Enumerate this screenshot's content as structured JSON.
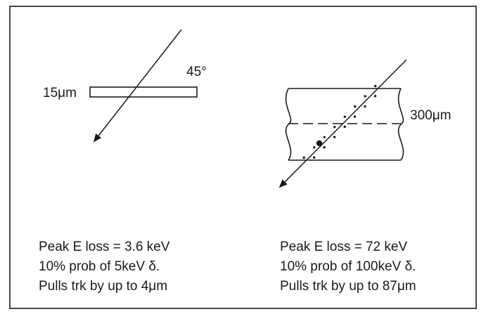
{
  "left_panel": {
    "thickness_label": "15μm",
    "angle_label": "45°",
    "captions": [
      "Peak E loss = 3.6 keV",
      "10% prob of 5keV δ.",
      "Pulls trk by up to 4μm"
    ]
  },
  "right_panel": {
    "thickness_label": "300μm",
    "captions": [
      "Peak E loss = 72 keV",
      "10% prob of 100keV δ.",
      "Pulls trk by up to 87μm"
    ]
  },
  "colors": {
    "ink": "#1a1a1a",
    "background": "#ffffff"
  }
}
